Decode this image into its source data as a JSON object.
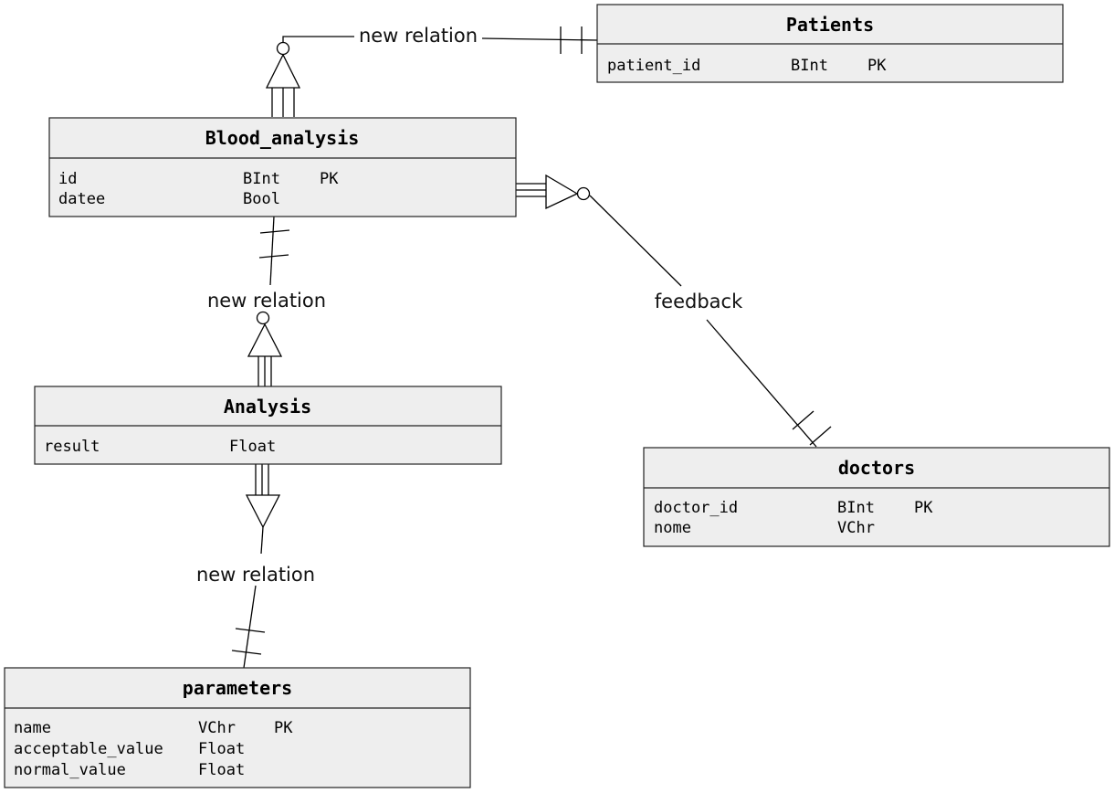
{
  "entities": {
    "patients": {
      "title": "Patients",
      "attributes": [
        {
          "name": "patient_id",
          "type": "BInt",
          "key": "PK"
        }
      ]
    },
    "blood_analysis": {
      "title": "Blood_analysis",
      "attributes": [
        {
          "name": "id",
          "type": "BInt",
          "key": "PK"
        },
        {
          "name": "datee",
          "type": "Bool",
          "key": ""
        }
      ]
    },
    "analysis": {
      "title": "Analysis",
      "attributes": [
        {
          "name": "result",
          "type": "Float",
          "key": ""
        }
      ]
    },
    "doctors": {
      "title": "doctors",
      "attributes": [
        {
          "name": "doctor_id",
          "type": "BInt",
          "key": "PK"
        },
        {
          "name": "nome",
          "type": "VChr",
          "key": ""
        }
      ]
    },
    "parameters": {
      "title": "parameters",
      "attributes": [
        {
          "name": "name",
          "type": "VChr",
          "key": "PK"
        },
        {
          "name": "acceptable_value",
          "type": "Float",
          "key": ""
        },
        {
          "name": "normal_value",
          "type": "Float",
          "key": ""
        }
      ]
    }
  },
  "relations": {
    "patients_blood": {
      "label": "new relation"
    },
    "blood_doctors": {
      "label": "feedback"
    },
    "blood_analysis_link": {
      "label": "new relation"
    },
    "analysis_parameters": {
      "label": "new relation"
    }
  }
}
